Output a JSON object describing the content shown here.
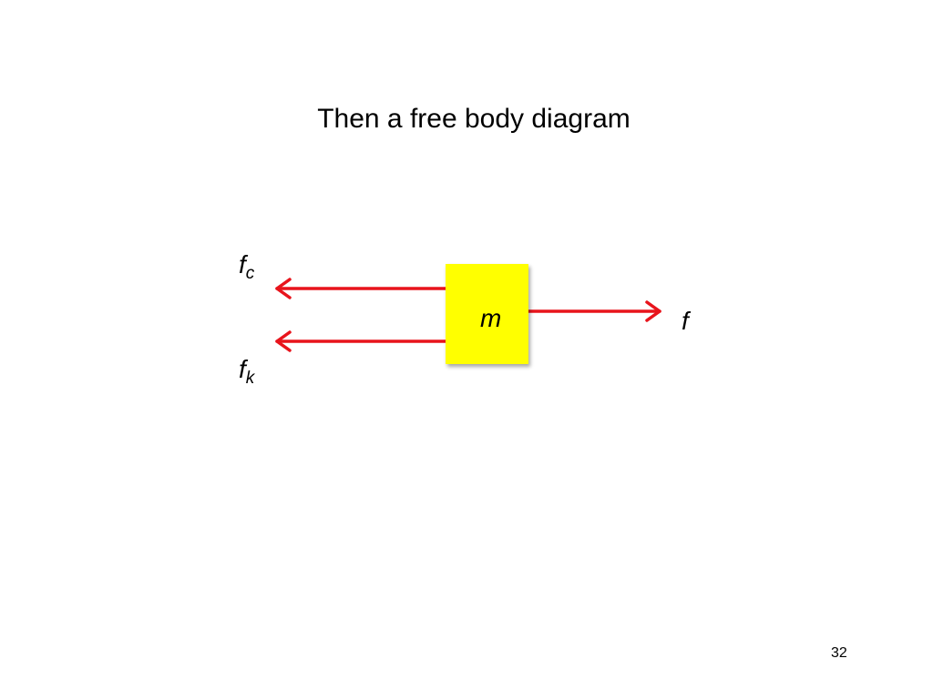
{
  "slide": {
    "title": "Then a free body diagram",
    "page_number": "32"
  },
  "diagram": {
    "mass_label": "m",
    "mass_color": "#ffff00",
    "arrow_color": "#e8141c",
    "forces": {
      "fc": {
        "base": "f",
        "subscript": "c"
      },
      "fk": {
        "base": "f",
        "subscript": "k"
      },
      "f": {
        "base": "f"
      }
    }
  }
}
